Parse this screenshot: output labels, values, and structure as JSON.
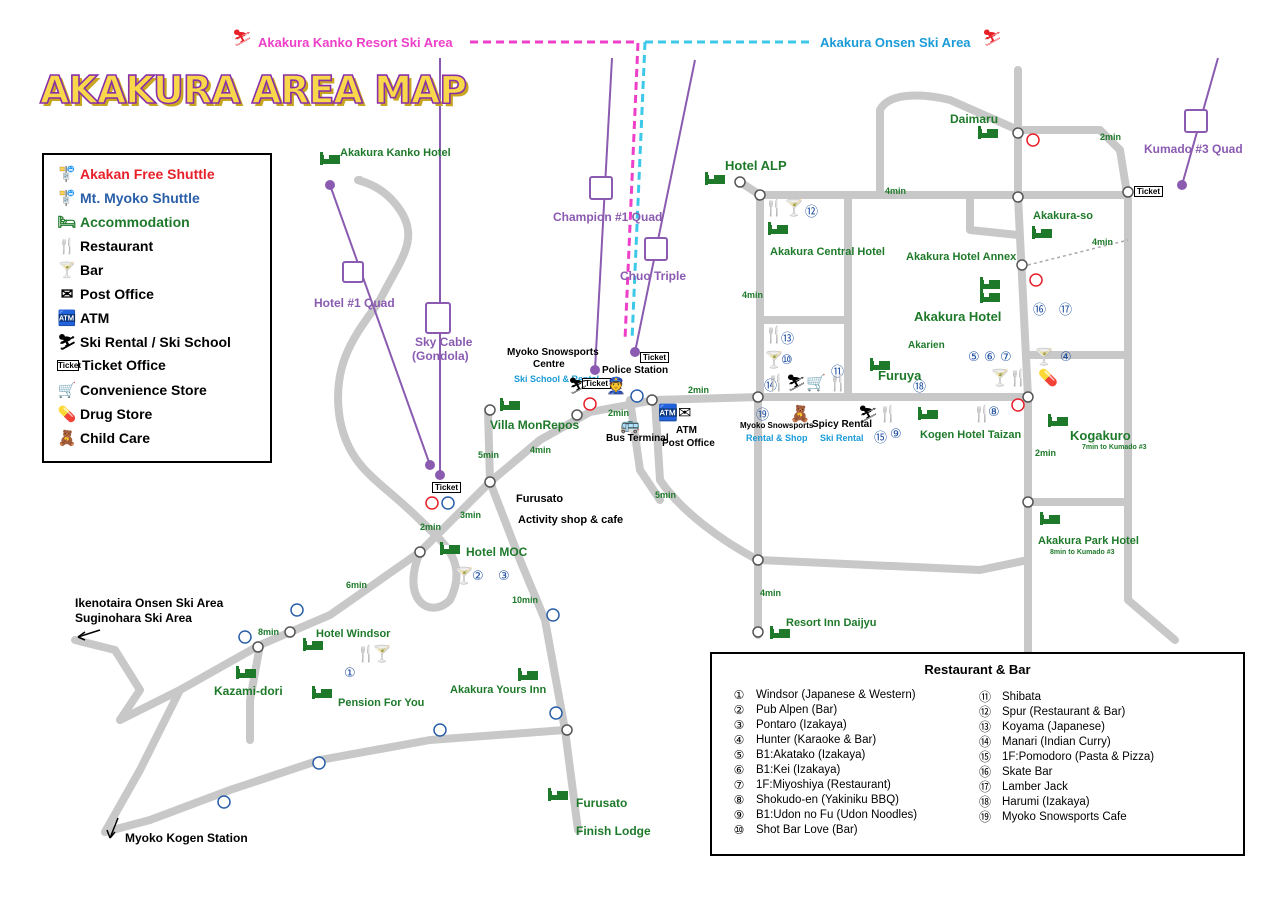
{
  "title": "AKAKURA AREA MAP",
  "legend": {
    "free_shuttle": "Akakan Free Shuttle",
    "myoko_shuttle": "Mt. Myoko Shuttle",
    "accommodation": "Accommodation",
    "restaurant": "Restaurant",
    "bar": "Bar",
    "post_office": "Post Office",
    "atm": "ATM",
    "ski_rental": "Ski Rental / Ski School",
    "ticket_office": "Ticket Office",
    "convenience": "Convenience Store",
    "drug_store": "Drug Store",
    "child_care": "Child Care"
  },
  "ski_areas": {
    "kanko": "Akakura Kanko Resort Ski Area",
    "onsen": "Akakura Onsen Ski Area",
    "ikenotaira": "Ikenotaira Onsen Ski Area",
    "suginohara": "Suginohara Ski Area"
  },
  "lifts": {
    "hotel_quad": "Hotel #1 Quad",
    "sky_cable": "Sky Cable",
    "sky_cable_sub": "(Gondola)",
    "champion": "Champion #1 Quad",
    "chuo": "Chuo Triple",
    "kumado": "Kumado #3 Quad"
  },
  "places": {
    "kanko_hotel": "Akakura Kanko Hotel",
    "hotel_alp": "Hotel ALP",
    "daimaru": "Daimaru",
    "akakura_so": "Akakura-so",
    "central_hotel": "Akakura Central Hotel",
    "hotel_annex": "Akakura Hotel Annex",
    "akakura_hotel": "Akakura Hotel",
    "akarien": "Akarien",
    "furuya": "Furuya",
    "kogen_taizan": "Kogen Hotel Taizan",
    "kogakuro": "Kogakuro",
    "kogakuro_sub": "7min to Kumado #3",
    "park_hotel": "Akakura Park Hotel",
    "park_sub": "8min to Kumado #3",
    "resort_inn": "Resort Inn Daijyu",
    "villa": "Villa MonRepos",
    "hotel_moc": "Hotel MOC",
    "furusato1": "Furusato",
    "activity": "Activity shop & cafe",
    "hotel_windsor": "Hotel Windsor",
    "kazami": "Kazami-dori",
    "pension": "Pension For You",
    "yours_inn": "Akakura Yours Inn",
    "furusato2": "Furusato",
    "finish_lodge": "Finish Lodge",
    "myoko_kogen": "Myoko Kogen Station",
    "snowsports_centre": "Myoko Snowsports",
    "snowsports_centre2": "Centre",
    "ski_school": "Ski School & Rental",
    "police": "Police Station",
    "bus_terminal": "Bus Terminal",
    "atm": "ATM",
    "post_office": "Post Office",
    "myoko_snowsports_shop": "Myoko Snowsports",
    "rental_shop": "Rental & Shop",
    "spicy": "Spicy Rental",
    "ski_rental": "Ski Rental",
    "ticket": "Ticket"
  },
  "walk_times": {
    "t2a": "2min",
    "t2b": "2min",
    "t2c": "2min",
    "t2d": "2min",
    "t2e": "2min",
    "t4a": "4min",
    "t4b": "4min",
    "t4c": "4min",
    "t4d": "4min",
    "t4e": "4min",
    "t5a": "5min",
    "t5b": "5min",
    "t6": "6min",
    "t8": "8min",
    "t10": "10min",
    "t3": "3min"
  },
  "map_numbers": {
    "n1": "①",
    "n2": "②",
    "n3": "③",
    "n4": "④",
    "n5": "⑤",
    "n6": "⑥",
    "n7": "⑦",
    "n8": "⑧",
    "n9": "⑨",
    "n10": "⑩",
    "n11": "⑪",
    "n12": "⑫",
    "n13": "⑬",
    "n14": "⑭",
    "n15": "⑮",
    "n16": "⑯",
    "n17": "⑰",
    "n18": "⑱",
    "n19": "⑲"
  },
  "restaurant_box": {
    "title": "Restaurant & Bar",
    "left": [
      {
        "n": "①",
        "text": "Windsor (Japanese & Western)"
      },
      {
        "n": "②",
        "text": "Pub Alpen (Bar)"
      },
      {
        "n": "③",
        "text": "Pontaro (Izakaya)"
      },
      {
        "n": "④",
        "text": "Hunter (Karaoke & Bar)"
      },
      {
        "n": "⑤",
        "text": "B1:Akatako (Izakaya)"
      },
      {
        "n": "⑥",
        "text": "B1:Kei (Izakaya)"
      },
      {
        "n": "⑦",
        "text": "1F:Miyoshiya (Restaurant)"
      },
      {
        "n": "⑧",
        "text": "Shokudo-en (Yakiniku BBQ)"
      },
      {
        "n": "⑨",
        "text": "B1:Udon no Fu (Udon Noodles)"
      },
      {
        "n": "⑩",
        "text": "Shot Bar Love (Bar)"
      }
    ],
    "right": [
      {
        "n": "⑪",
        "text": "Shibata"
      },
      {
        "n": "⑫",
        "text": "Spur (Restaurant & Bar)"
      },
      {
        "n": "⑬",
        "text": "Koyama (Japanese)"
      },
      {
        "n": "⑭",
        "text": "Manari (Indian Curry)"
      },
      {
        "n": "⑮",
        "text": "1F:Pomodoro (Pasta & Pizza)"
      },
      {
        "n": "⑯",
        "text": "Skate Bar"
      },
      {
        "n": "⑰",
        "text": "Lamber Jack"
      },
      {
        "n": "⑱",
        "text": "Harumi (Izakaya)"
      },
      {
        "n": "⑲",
        "text": "Myoko Snowsports Cafe"
      }
    ]
  },
  "colors": {
    "road": "#c8c8c8",
    "kanko_line": "#ee3fc8",
    "onsen_line": "#3cc8e8",
    "lift": "#8a5bb0",
    "accommodation": "#1e7a2a",
    "free_shuttle": "#e8202a",
    "myoko_shuttle": "#2a5fa8"
  }
}
